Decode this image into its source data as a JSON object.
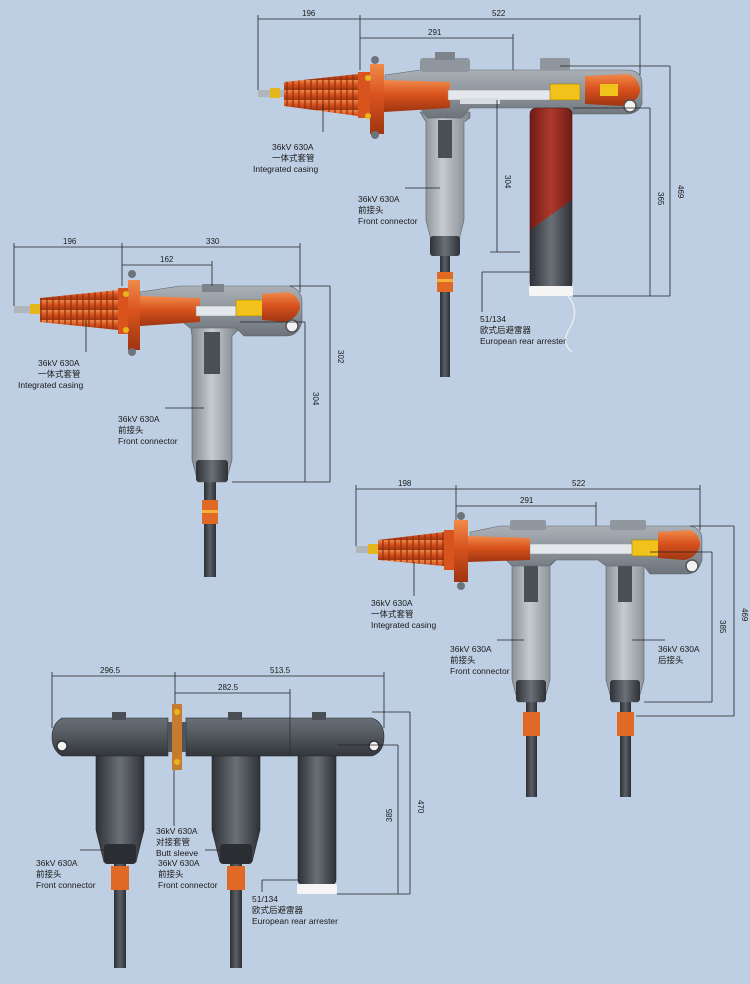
{
  "colors": {
    "background": "#bfcfe3",
    "casing_grey": "#9aa1a9",
    "casing_dark": "#6f767d",
    "bushing_orange": "#d9531e",
    "arrester_red": "#9a2e24",
    "cable_black": "#3c4046",
    "hardware_yellow": "#f2c21c"
  },
  "d1": {
    "dims": {
      "a": "196",
      "b": "522",
      "c": "291",
      "d": "304",
      "e": "365",
      "f": "469"
    },
    "labels": {
      "casing_l1": "36kV 630A",
      "casing_l2": "一体式套管",
      "casing_l3": "Integrated casing",
      "front_l1": "36kV 630A",
      "front_l2": "前接头",
      "front_l3": "Front connector",
      "arr_l1": "51/134",
      "arr_l2": "欧式后避雷器",
      "arr_l3": "European rear arrester"
    }
  },
  "d2": {
    "dims": {
      "a": "196",
      "b": "330",
      "c": "162",
      "d": "304",
      "e": "302"
    },
    "labels": {
      "casing_l1": "36kV 630A",
      "casing_l2": "一体式套管",
      "casing_l3": "Integrated casing",
      "front_l1": "36kV 630A",
      "front_l2": "前接头",
      "front_l3": "Front connector"
    }
  },
  "d3": {
    "dims": {
      "a": "198",
      "b": "522",
      "c": "291",
      "d": "385",
      "e": "469"
    },
    "labels": {
      "casing_l1": "36kV 630A",
      "casing_l2": "一体式套管",
      "casing_l3": "Integrated casing",
      "front_l1": "36kV 630A",
      "front_l2": "前接头",
      "front_l3": "Front connector",
      "rear_l1": "36kV 630A",
      "rear_l2": "后接头"
    }
  },
  "d4": {
    "dims": {
      "a": "296.5",
      "b": "513.5",
      "c": "282.5",
      "d": "385",
      "e": "470"
    },
    "labels": {
      "front_l1": "36kV 630A",
      "front_l2": "前接头",
      "front_l3": "Front connector",
      "butt_l1": "36kV 630A",
      "butt_l2": "对接套管",
      "butt_l3": "Butt sleeve",
      "front2_l1": "36kV 630A",
      "front2_l2": "前接头",
      "front2_l3": "Front connector",
      "arr_l1": "51/134",
      "arr_l2": "欧式后避雷器",
      "arr_l3": "European rear arrester"
    }
  }
}
